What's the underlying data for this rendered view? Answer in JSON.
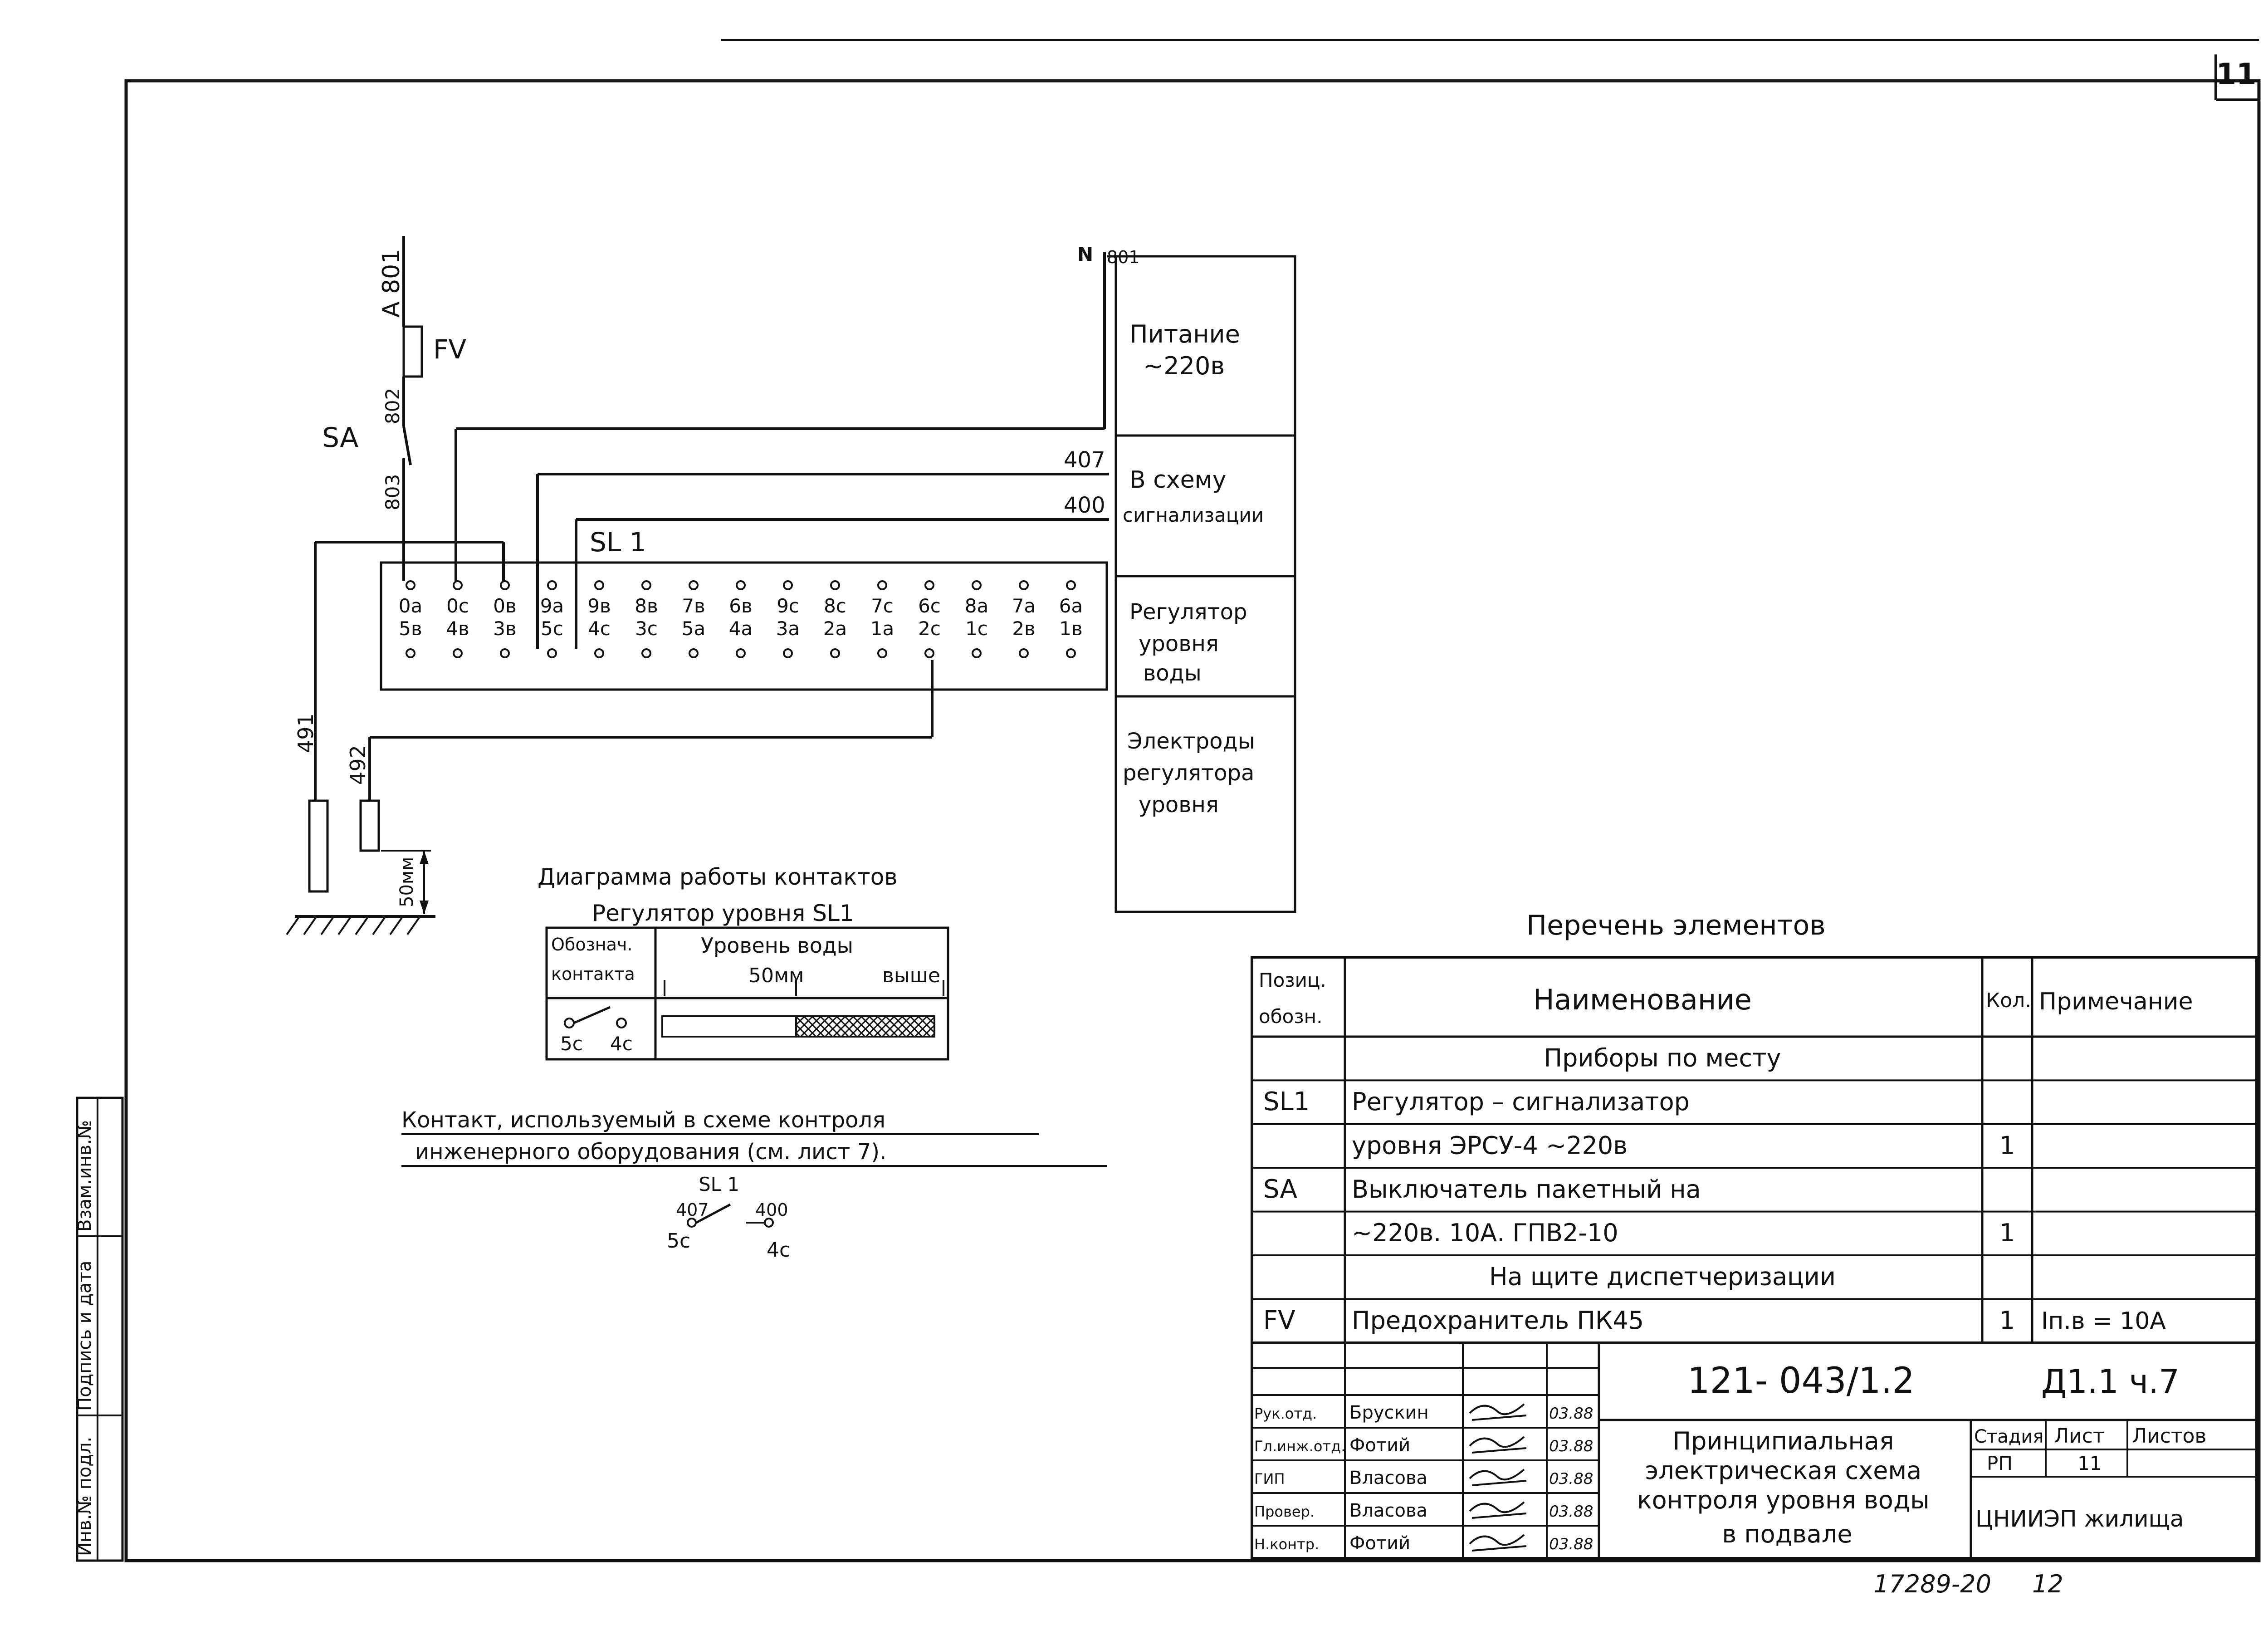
{
  "sheet": {
    "corner_number": "11",
    "bottom_note": "17289-20",
    "bottom_page": "12"
  },
  "side_stamp": [
    "Инв.№ подл.",
    "Подпись и дата",
    "Взам.инв.№"
  ],
  "schematic": {
    "wire_labels": {
      "phase": "A 801",
      "neutral_mark": "N",
      "neutral_wire": "801",
      "after_fuse": "802",
      "after_switch": "803",
      "w407": "407",
      "w400": "400",
      "w491": "491",
      "w492": "492"
    },
    "fuse_label": "FV",
    "switch_label": "SA",
    "regulator_label": "SL 1",
    "terminals_top": [
      "0a",
      "0c",
      "0в",
      "9a",
      "9в",
      "8в",
      "7в",
      "6в",
      "9c",
      "8c",
      "7c",
      "6c",
      "8a",
      "7a",
      "6a"
    ],
    "terminals_bottom": [
      "5в",
      "4в",
      "3в",
      "5c",
      "4c",
      "3c",
      "5a",
      "4a",
      "3a",
      "2a",
      "1a",
      "2c",
      "1c",
      "2в",
      "1в"
    ],
    "dimension": "50мм"
  },
  "legend_column": [
    "Питание\n~220в",
    "В схему\nсигнализации",
    "Регулятор\nуровня\nводы",
    "Электроды\nрегулятора\nуровня"
  ],
  "contact_diagram": {
    "title": "Диаграмма работы контактов",
    "subtitle": "Регулятор уровня SL1",
    "col1_header": "Обознач.\nконтакта",
    "col2_header": "Уровень воды",
    "level_50": "50мм",
    "level_above": "выше",
    "contact_from": "5c",
    "contact_to": "4c"
  },
  "contact_note": {
    "line1": "Контакт, используемый в схеме контроля",
    "line2": "инженерного оборудования (см. лист 7).",
    "device": "SL 1",
    "wire_from": "407",
    "wire_to": "400",
    "term_from": "5c",
    "term_to": "4c"
  },
  "elements_list": {
    "title": "Перечень элементов",
    "headers": [
      "Позиц.\nобозн.",
      "Наименование",
      "Кол.",
      "Примечание"
    ],
    "rows": [
      {
        "pos": "",
        "name": "Приборы по месту",
        "qty": "",
        "note": "",
        "centered": true
      },
      {
        "pos": "SL1",
        "name": "Регулятор – сигнализатор",
        "qty": "",
        "note": "",
        "centered": false
      },
      {
        "pos": "",
        "name": "уровня ЭРСУ-4 ~220в",
        "qty": "1",
        "note": "",
        "centered": false
      },
      {
        "pos": "SA",
        "name": "Выключатель пакетный на",
        "qty": "",
        "note": "",
        "centered": false
      },
      {
        "pos": "",
        "name": "~220в. 10А. ГПВ2-10",
        "qty": "1",
        "note": "",
        "centered": false
      },
      {
        "pos": "",
        "name": "На щите диспетчеризации",
        "qty": "",
        "note": "",
        "centered": true
      },
      {
        "pos": "FV",
        "name": "Предохранитель ПК45",
        "qty": "1",
        "note": "Iп.в = 10А",
        "centered": false
      }
    ]
  },
  "title_block": {
    "doc_number": "121- 043/1.2",
    "sheet_code": "Д1.1 ч.7",
    "signatures": [
      {
        "role": "Рук.отд.",
        "name": "Брускин",
        "date": "03.88"
      },
      {
        "role": "Гл.инж.отд.",
        "name": "Фотий",
        "date": "03.88"
      },
      {
        "role": "ГИП",
        "name": "Власова",
        "date": "03.88"
      },
      {
        "role": "Провер.",
        "name": "Власова",
        "date": "03.88"
      },
      {
        "role": "Н.контр.",
        "name": "Фотий",
        "date": "03.88"
      }
    ],
    "drawing_title": [
      "Принципиальная",
      "электрическая схема",
      "контроля уровня воды",
      "в подвале"
    ],
    "stage_header": "Стадия",
    "sheet_header": "Лист",
    "sheets_header": "Листов",
    "stage": "РП",
    "sheet": "11",
    "sheets": "",
    "organization": "ЦНИИЭП жилища"
  }
}
